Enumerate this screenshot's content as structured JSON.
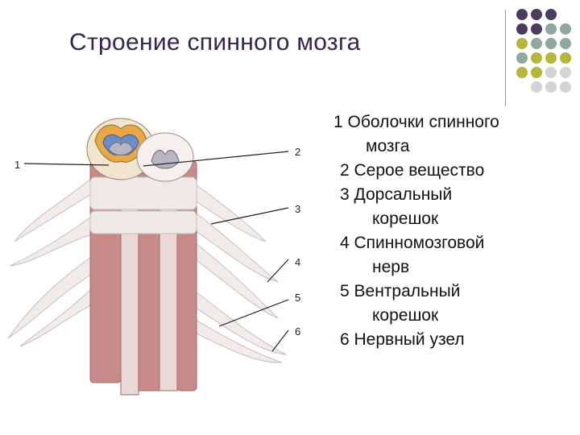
{
  "slide": {
    "title": "Строение спинного мозга"
  },
  "legend": [
    {
      "lines": [
        "1 Оболочки спинного",
        "мозга"
      ]
    },
    {
      "lines": [
        "2 Серое вещество"
      ]
    },
    {
      "lines": [
        "3 Дорсальный",
        "корешок"
      ]
    },
    {
      "lines": [
        "4 Спинномозговой",
        "нерв"
      ]
    },
    {
      "lines": [
        "5 Вентральный",
        "корешок"
      ]
    },
    {
      "lines": [
        "6 Нервный узел"
      ]
    }
  ],
  "figure_labels": {
    "l1": "1",
    "l2": "2",
    "l3": "3",
    "l4": "4",
    "l5": "5",
    "l6": "6"
  },
  "colors": {
    "title": "#33254d",
    "dot_purple": "#4a3b5f",
    "dot_teal": "#8fa6a2",
    "dot_olive": "#b5b63a",
    "dot_grey": "#d3d3d8",
    "tissue_red": "#c98a8a",
    "gray_matter": "#b7b7c4",
    "root_white": "#eeeae8"
  }
}
